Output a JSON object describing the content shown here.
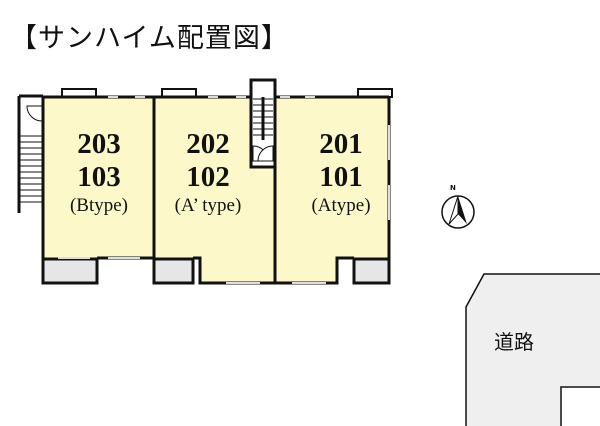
{
  "title": "【サンハイム配置図】",
  "units": [
    {
      "upper": "203",
      "lower": "103",
      "type": "(Btype)"
    },
    {
      "upper": "202",
      "lower": "102",
      "type": "(A’ type)"
    },
    {
      "upper": "201",
      "lower": "101",
      "type": "(Atype)"
    }
  ],
  "compass": {
    "label": "N"
  },
  "road": {
    "label": "道路"
  },
  "colors": {
    "room_fill": "#fcf8c9",
    "balcony_fill": "#e6e6e6",
    "road_fill": "#efefef",
    "wall": "#111111"
  }
}
